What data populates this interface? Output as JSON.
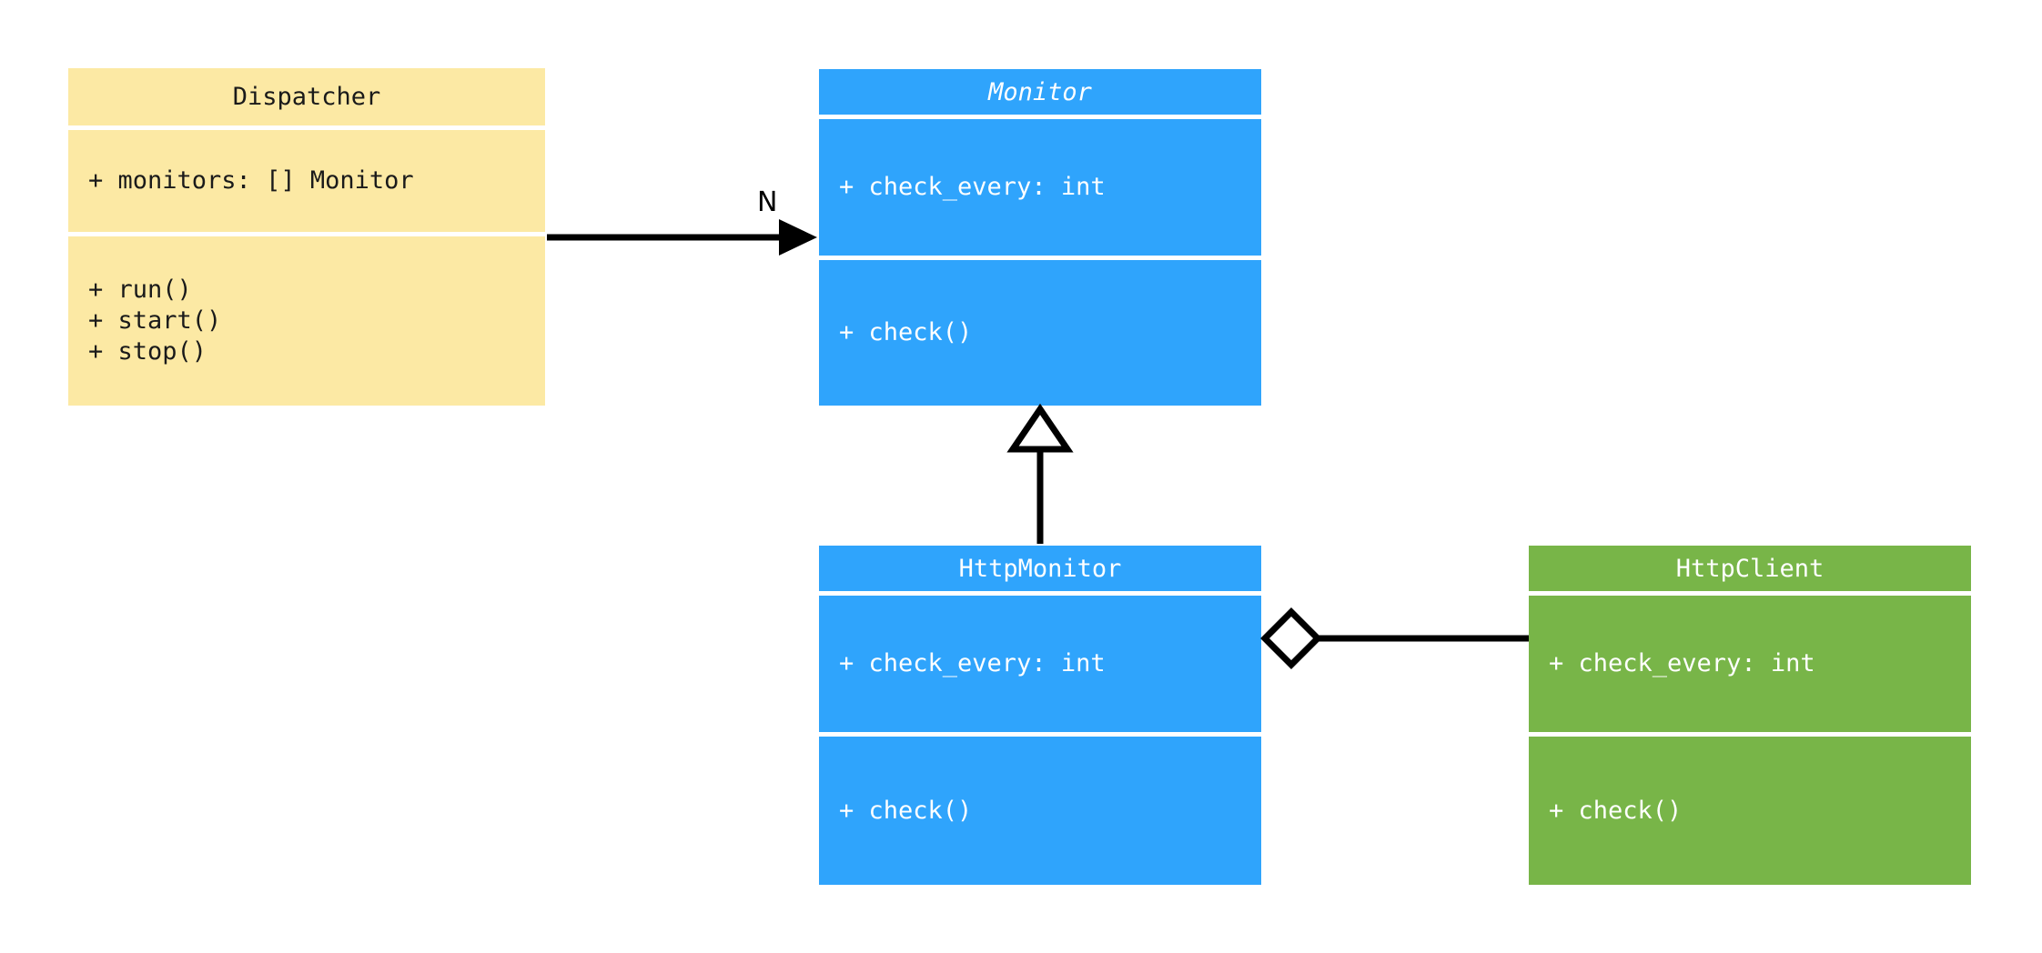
{
  "diagram": {
    "type": "uml-class-diagram",
    "background": "#ffffff",
    "classes": [
      {
        "id": "dispatcher",
        "name": "Dispatcher",
        "abstract": false,
        "color": "#fce9a4",
        "text_color": "#1a1a1a",
        "attributes": [
          "+ monitors: [] Monitor"
        ],
        "methods": [
          "+ run()",
          "+ start()",
          "+ stop()"
        ]
      },
      {
        "id": "monitor",
        "name": "Monitor",
        "abstract": true,
        "color": "#2fa4fc",
        "text_color": "#ffffff",
        "attributes": [
          "+ check_every: int"
        ],
        "methods": [
          "+ check()"
        ]
      },
      {
        "id": "httpmonitor",
        "name": "HttpMonitor",
        "abstract": false,
        "color": "#2fa4fc",
        "text_color": "#ffffff",
        "attributes": [
          "+ check_every: int"
        ],
        "methods": [
          "+ check()"
        ]
      },
      {
        "id": "httpclient",
        "name": "HttpClient",
        "abstract": false,
        "color": "#78b548",
        "text_color": "#ffffff",
        "attributes": [
          "+ check_every: int"
        ],
        "methods": [
          "+ check()"
        ]
      }
    ],
    "relationships": [
      {
        "id": "dispatcher-monitor",
        "kind": "association",
        "from": "Dispatcher",
        "to": "Monitor",
        "label": "N",
        "arrow": "filled-arrow"
      },
      {
        "id": "httpmonitor-monitor",
        "kind": "generalization",
        "from": "HttpMonitor",
        "to": "Monitor",
        "label": "",
        "arrow": "hollow-triangle"
      },
      {
        "id": "httpmonitor-httpclient",
        "kind": "aggregation",
        "from": "HttpMonitor",
        "to": "HttpClient",
        "label": "",
        "arrow": "hollow-diamond"
      }
    ]
  }
}
